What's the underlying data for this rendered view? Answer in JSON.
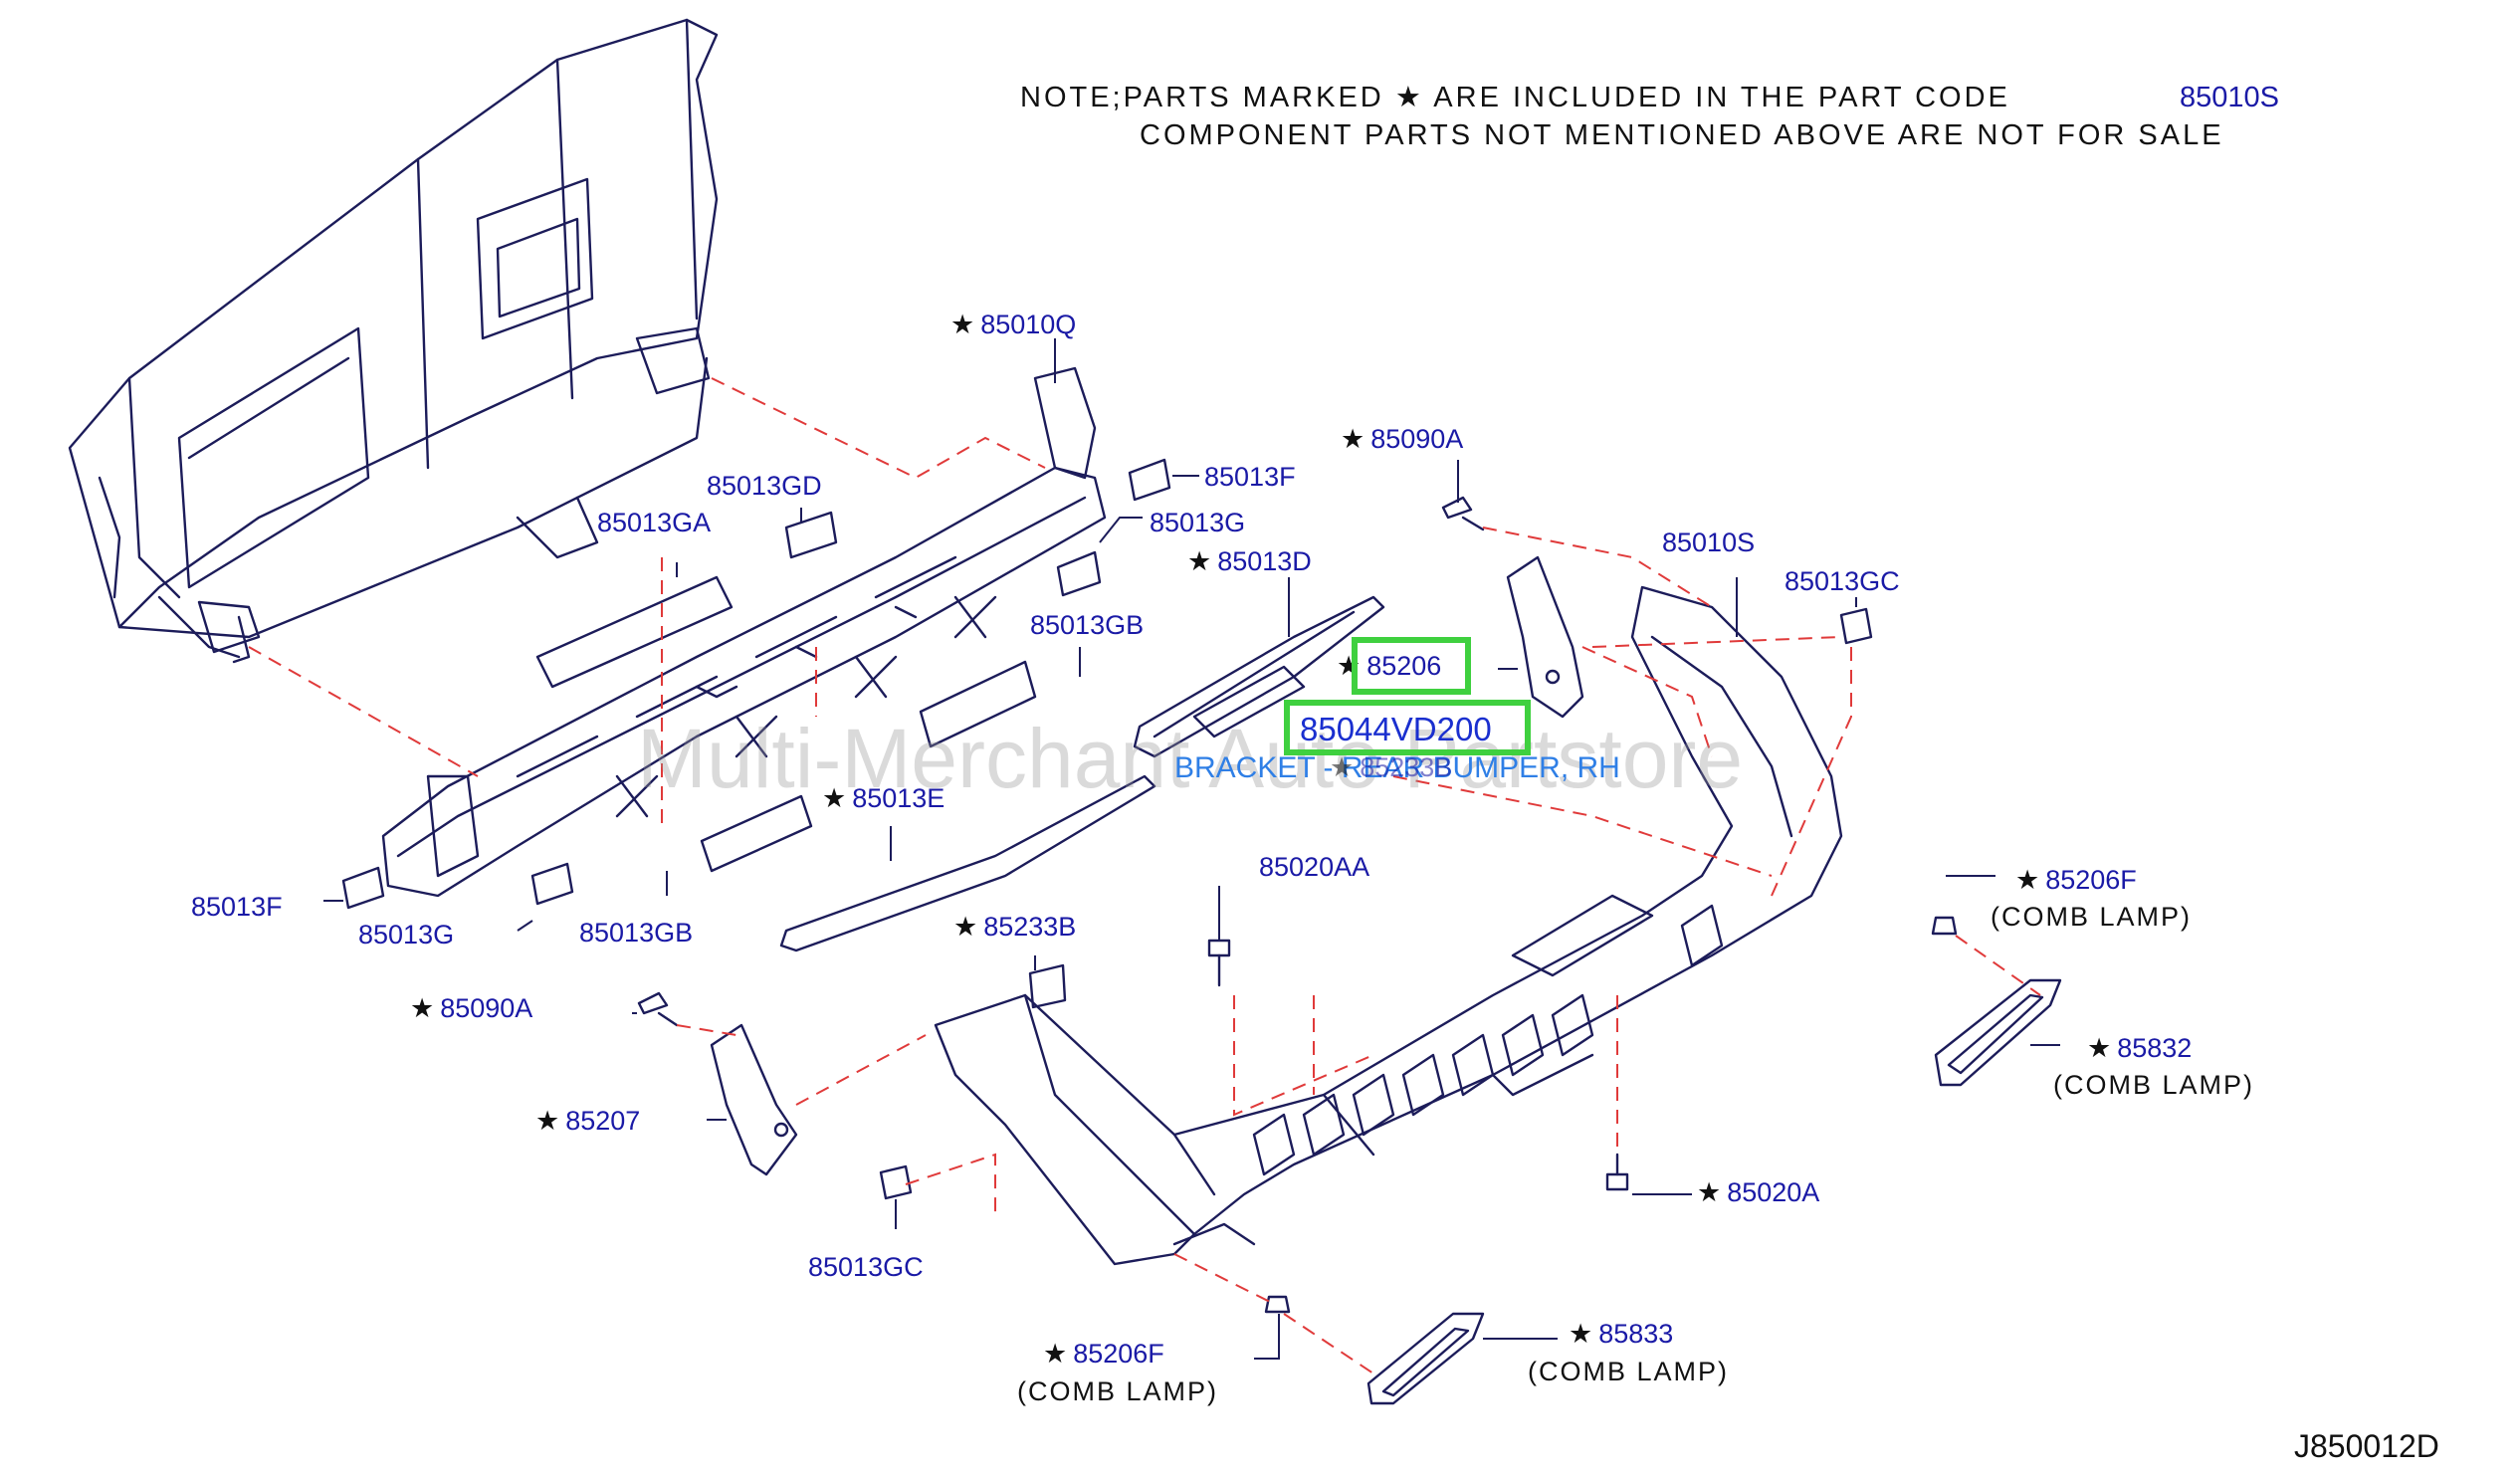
{
  "note": {
    "line1": "NOTE;PARTS MARKED",
    "line1b": "ARE INCLUDED IN THE PART CODE",
    "code": "85010S",
    "line2": "COMPONENT PARTS NOT MENTIONED ABOVE ARE NOT FOR SALE"
  },
  "star_symbol": "★",
  "labels": {
    "p85010Q": "85010Q",
    "p85090A_top": "85090A",
    "p85013F_top": "85013F",
    "p85013GD": "85013GD",
    "p85013G_top": "85013G",
    "p85013GA": "85013GA",
    "p85013D": "85013D",
    "p85010S": "85010S",
    "p85013GC_right": "85013GC",
    "p85013GB_top": "85013GB",
    "p85206": "85206",
    "p85044VD200": "85044VD200",
    "p85233B_ghost": "85233B",
    "p85013E": "85013E",
    "p85013F_left": "85013F",
    "p85013G_left": "85013G",
    "p85013GB_left": "85013GB",
    "p85020AA": "85020AA",
    "p85233B": "85233B",
    "p85206F_right": "85206F",
    "p85090A_left": "85090A",
    "p85832": "85832",
    "p85207": "85207",
    "p85020A": "85020A",
    "p85013GC_left": "85013GC",
    "p85206F_bottom": "85206F",
    "p85833": "85833",
    "diagram_code": "J850012D"
  },
  "captions": {
    "comb_lamp": "(COMB LAMP)"
  },
  "description": "BRACKET - REAR BUMPER, RH",
  "watermark": "Multi-Merchant Auto Partstore",
  "colors": {
    "label_blue": "#1a1aa6",
    "highlight_green": "#3fd03f",
    "leader_red": "#e03a3a",
    "line_navy": "#1c1c5a",
    "description_blue": "#2f7fe6"
  }
}
